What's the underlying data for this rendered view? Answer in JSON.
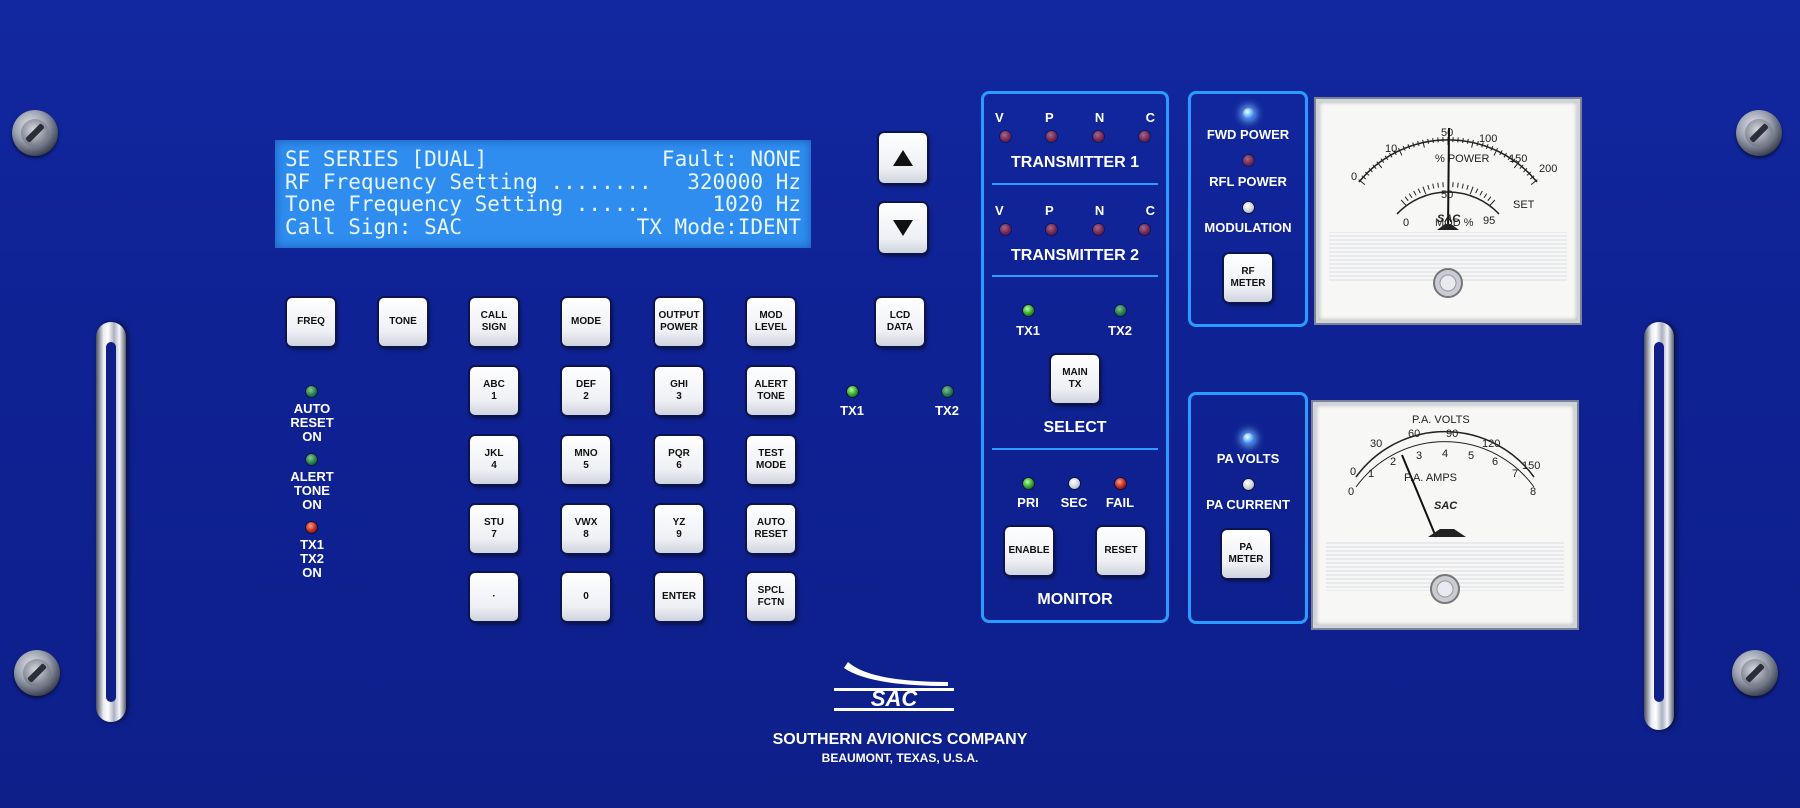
{
  "lcd": {
    "line1_left": "SE SERIES [DUAL]",
    "line1_right": "Fault: NONE",
    "line2_left": "RF Frequency Setting ........",
    "line2_right": "320000 Hz",
    "line3_left": "Tone Frequency Setting ......",
    "line3_right": "1020 Hz",
    "line4_left": "Call Sign: SAC",
    "line4_right": "TX Mode:IDENT"
  },
  "keypad": {
    "freq": "FREQ",
    "tone": "TONE",
    "call_sign": [
      "CALL",
      "SIGN"
    ],
    "mode": "MODE",
    "output_power": [
      "OUTPUT",
      "POWER"
    ],
    "mod_level": [
      "MOD",
      "LEVEL"
    ],
    "lcd_data": [
      "LCD",
      "DATA"
    ],
    "abc": [
      "ABC",
      "1"
    ],
    "def": [
      "DEF",
      "2"
    ],
    "ghi": [
      "GHI",
      "3"
    ],
    "alert_tone": [
      "ALERT",
      "TONE"
    ],
    "jkl": [
      "JKL",
      "4"
    ],
    "mno": [
      "MNO",
      "5"
    ],
    "pqr": [
      "PQR",
      "6"
    ],
    "test_mode": [
      "TEST",
      "MODE"
    ],
    "stu": [
      "STU",
      "7"
    ],
    "vwx": [
      "VWX",
      "8"
    ],
    "yz": [
      "YZ",
      "9"
    ],
    "auto_reset": [
      "AUTO",
      "RESET"
    ],
    "dot": "·",
    "zero": "0",
    "enter": "ENTER",
    "spcl_fctn": [
      "SPCL",
      "FCTN"
    ]
  },
  "status_left": {
    "auto_reset_on": [
      "AUTO",
      "RESET",
      "ON"
    ],
    "alert_tone_on": [
      "ALERT",
      "TONE",
      "ON"
    ],
    "tx_on": [
      "TX1",
      "TX2",
      "ON"
    ]
  },
  "tx_indicators": {
    "tx1": "TX1",
    "tx2": "TX2"
  },
  "transmitter_panel": {
    "vpnc": [
      "V",
      "P",
      "N",
      "C"
    ],
    "transmitter1": "TRANSMITTER 1",
    "transmitter2": "TRANSMITTER 2",
    "tx1": "TX1",
    "tx2": "TX2",
    "main_tx": [
      "MAIN",
      "TX"
    ],
    "select": "SELECT",
    "pri": "PRI",
    "sec": "SEC",
    "fail": "FAIL",
    "enable": "ENABLE",
    "reset": "RESET",
    "monitor": "MONITOR"
  },
  "rf_panel": {
    "fwd_power": "FWD POWER",
    "rfl_power": "RFL POWER",
    "modulation": "MODULATION",
    "rf_meter": [
      "RF",
      "METER"
    ]
  },
  "pa_panel": {
    "pa_volts": "PA VOLTS",
    "pa_current": "PA CURRENT",
    "pa_meter": [
      "PA",
      "METER"
    ]
  },
  "rf_meter_face": {
    "power_label": "% POWER",
    "power_ticks": [
      "0",
      "10",
      "50",
      "100",
      "150",
      "200"
    ],
    "mod_label": "MOD %",
    "mod_ticks": [
      "0",
      "50",
      "95"
    ],
    "set_label": "SET",
    "brand": "SAC"
  },
  "pa_meter_face": {
    "volts_label": "P.A. VOLTS",
    "volts_ticks": [
      "0",
      "30",
      "60",
      "90",
      "120",
      "150"
    ],
    "amps_label": "P.A. AMPS",
    "amps_ticks": [
      "0",
      "1",
      "2",
      "3",
      "4",
      "5",
      "6",
      "7",
      "8"
    ],
    "brand": "SAC"
  },
  "brand": {
    "logo": "SAC",
    "company": "SOUTHERN AVIONICS COMPANY",
    "location": "BEAUMONT, TEXAS, U.S.A."
  },
  "colors": {
    "panel": "#1228a0",
    "lcd": "#2f8df0",
    "accent": "#2a9cff"
  }
}
